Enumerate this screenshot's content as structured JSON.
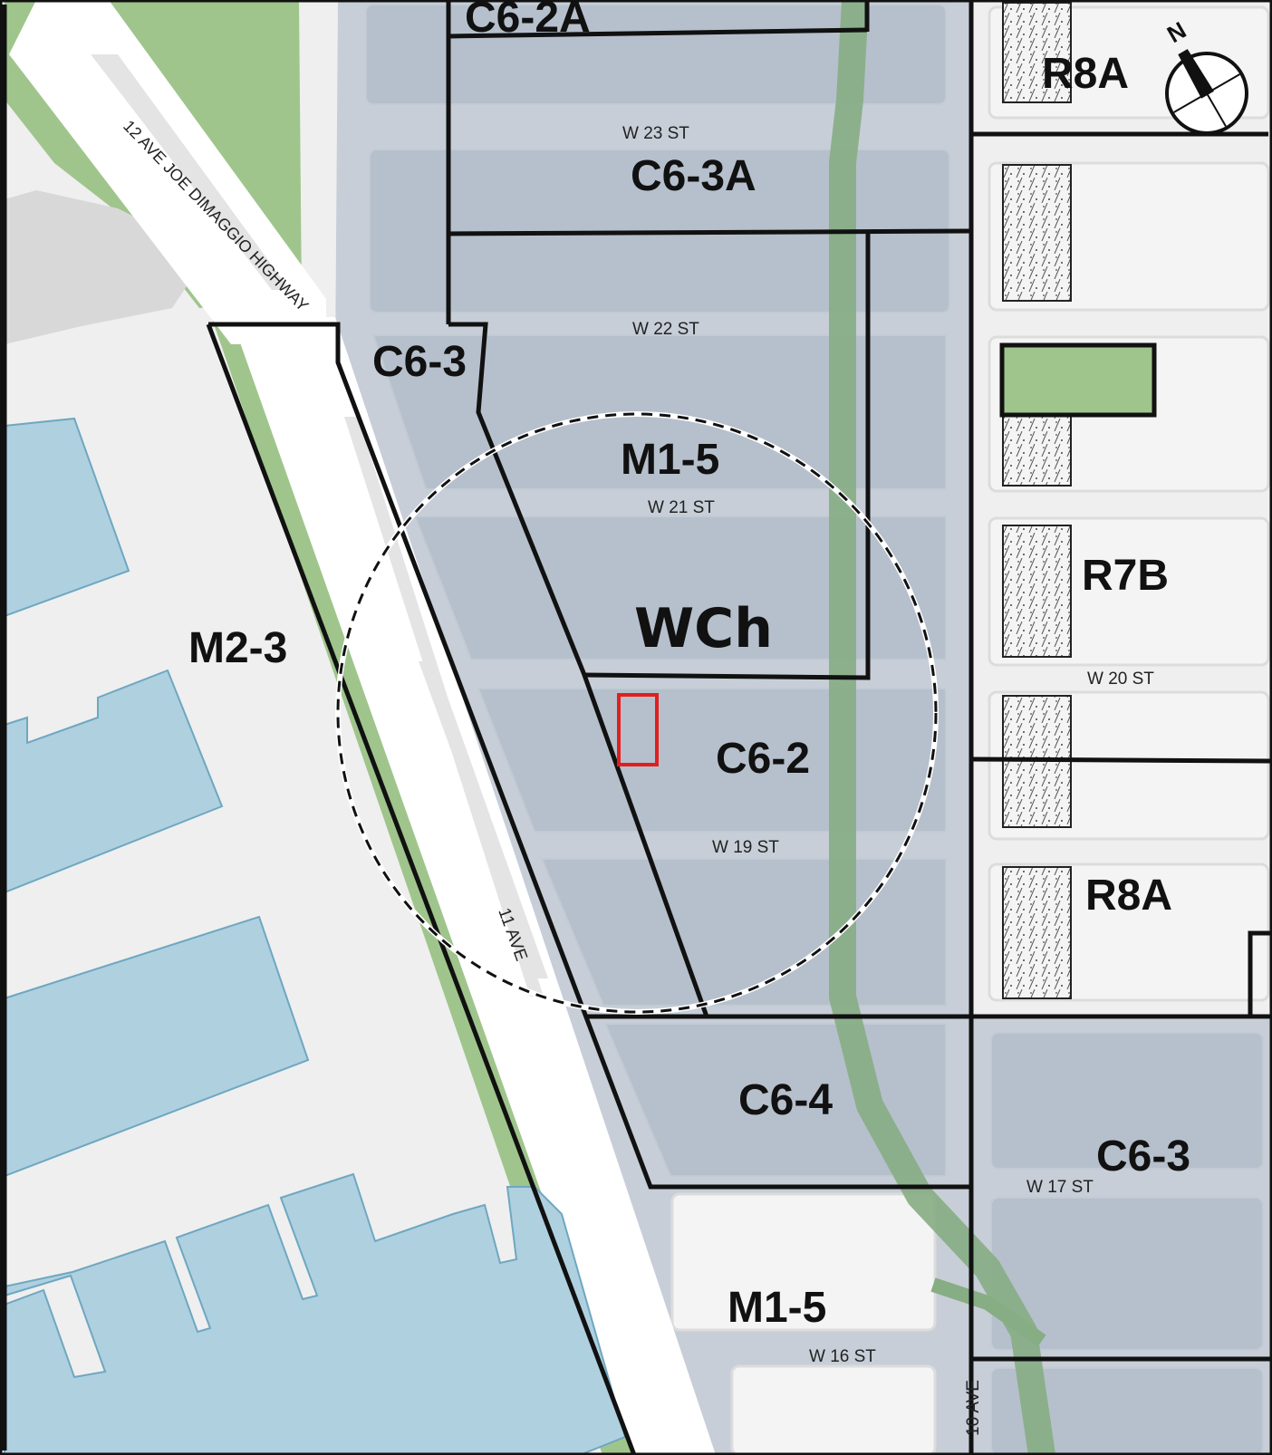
{
  "map": {
    "zones": {
      "c6_2a": "C6-2A",
      "r8a_top": "R8A",
      "c6_3a": "C6-3A",
      "c6_3_west": "C6-3",
      "m1_5_north": "M1-5",
      "wch": "WCh",
      "r7b": "R7B",
      "m2_3": "M2-3",
      "c6_2": "C6-2",
      "r8a_mid": "R8A",
      "c6_4": "C6-4",
      "c6_3_east": "C6-3",
      "m1_5_south": "M1-5"
    },
    "streets": {
      "w23": "W 23 ST",
      "w22": "W 22 ST",
      "w21": "W 21 ST",
      "w20": "W 20 ST",
      "w19": "W 19 ST",
      "w17": "W 17 ST",
      "w16": "W 16 ST",
      "ave11": "11 AVE",
      "ave10": "10 AVE",
      "highway": "12 AVE JOE DIMAGGIO HIGHWAY"
    },
    "compass": {
      "north_label": "N"
    },
    "colors": {
      "water": "#afd0df",
      "park": "#9fc58c",
      "highline": "#86ad84",
      "zoned_block": "#b8c2ce",
      "land": "#efefef",
      "project_site": "#e0201e"
    }
  }
}
